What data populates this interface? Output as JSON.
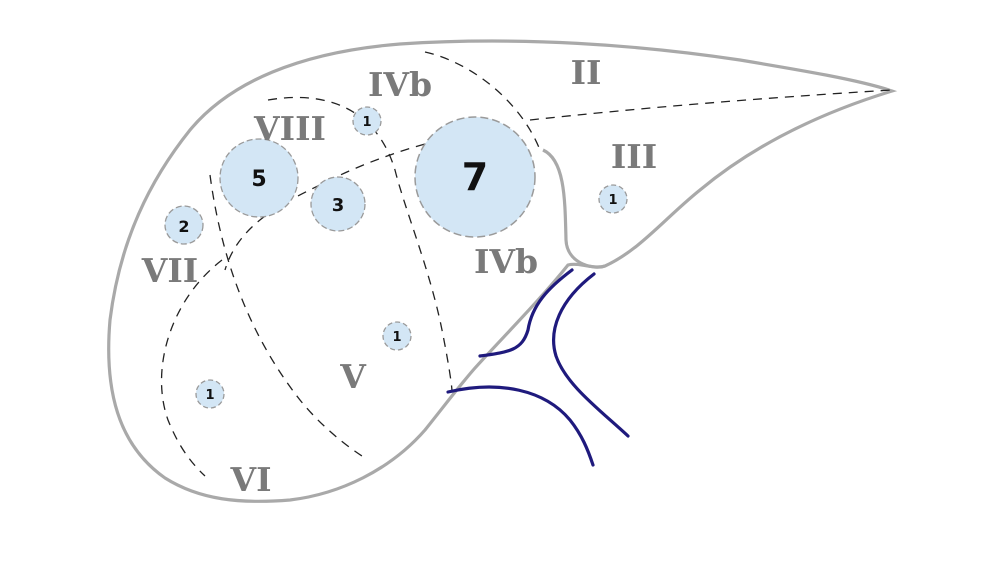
{
  "segments": {
    "ivb_top": "IVb",
    "ii": "II",
    "viii": "VIII",
    "iii": "III",
    "vii": "VII",
    "ivb_bottom": "IVb",
    "v": "V",
    "vi": "VI"
  },
  "lesions": {
    "seg_viii_large": "5",
    "seg_viii_small": "3",
    "seg_vii": "2",
    "seg_ivb_top": "1",
    "seg_iv_large": "7",
    "seg_iii": "1",
    "seg_v": "1",
    "seg_vi": "1"
  },
  "colors": {
    "outline": "#a9a9a9",
    "lesion_fill": "#d3e6f5",
    "lesion_stroke": "#9a9a9a",
    "vessel": "#1f1a7d",
    "label": "#7a7a7a"
  }
}
